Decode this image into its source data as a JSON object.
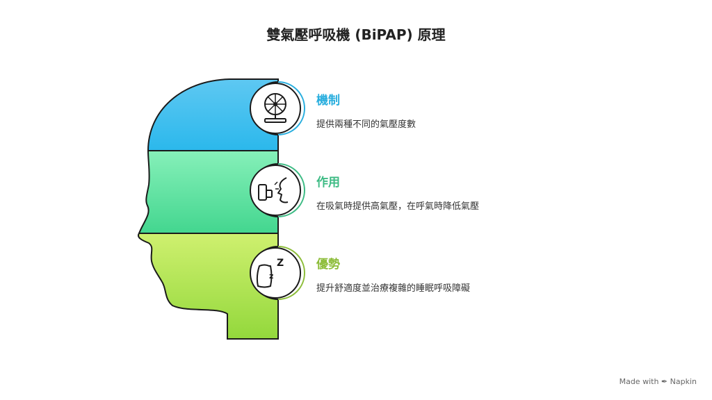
{
  "title": "雙氣壓呼吸機 (BiPAP) 原理",
  "sections": [
    {
      "heading": "機制",
      "description": "提供兩種不同的氣壓度數",
      "color": "#29aede",
      "icon": "fan-icon"
    },
    {
      "heading": "作用",
      "description": "在吸氣時提供高氣壓，在呼氣時降低氣壓",
      "color": "#3dbb84",
      "icon": "inhaler-breath-icon"
    },
    {
      "heading": "優勢",
      "description": "提升舒適度並治療複雜的睡眠呼吸障礙",
      "color": "#8dbd3a",
      "icon": "sleep-pillow-icon"
    }
  ],
  "footer": {
    "made_with": "Made with",
    "brand": "Napkin"
  }
}
